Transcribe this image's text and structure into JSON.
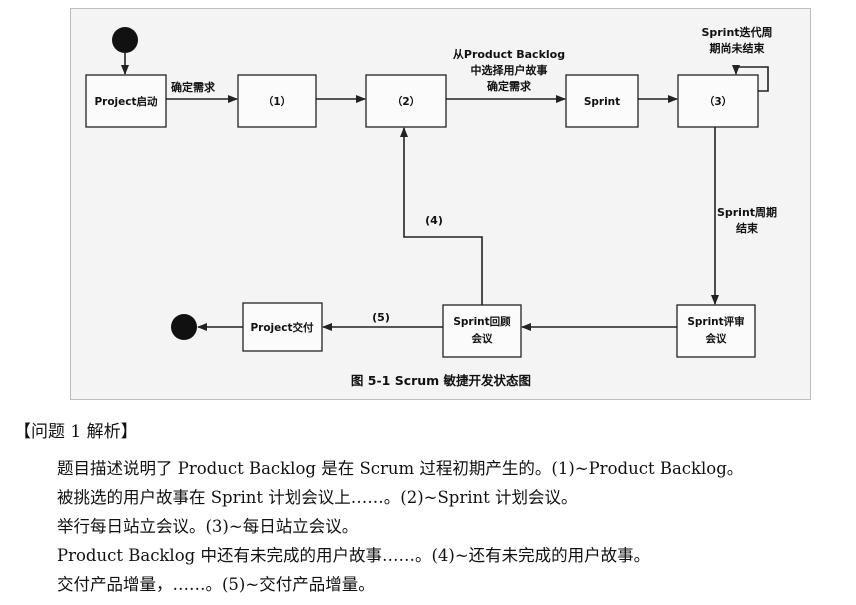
{
  "figure": {
    "caption": "图 5-1 Scrum 敏捷开发状态图",
    "nodes": {
      "project_start": "Project启动",
      "state_1": "（1）",
      "state_2": "（2）",
      "sprint": "Sprint",
      "state_3": "（3）",
      "sprint_review": [
        "Sprint评审",
        "会议"
      ],
      "sprint_retro": [
        "Sprint回顾",
        "会议"
      ],
      "project_deliver": "Project交付"
    },
    "edges": {
      "confirm_req": "确定需求",
      "select_from_backlog": [
        "从Product Backlog",
        "中选择用户故事",
        "确定需求"
      ],
      "sprint_not_done": [
        "Sprint迭代周",
        "期尚未结束"
      ],
      "sprint_end": [
        "Sprint周期",
        "结束"
      ],
      "label_4": "(4)",
      "label_5": "(5)"
    }
  },
  "analysis": {
    "title": "【问题 1 解析】",
    "lines": [
      "题目描述说明了 Product Backlog 是在 Scrum 过程初期产生的。(1)~Product Backlog。",
      "被挑选的用户故事在 Sprint 计划会议上……。(2)~Sprint 计划会议。",
      "举行每日站立会议。(3)~每日站立会议。",
      "Product Backlog 中还有未完成的用户故事……。(4)~还有未完成的用户故事。",
      "交付产品增量，……。(5)~交付产品增量。"
    ]
  }
}
